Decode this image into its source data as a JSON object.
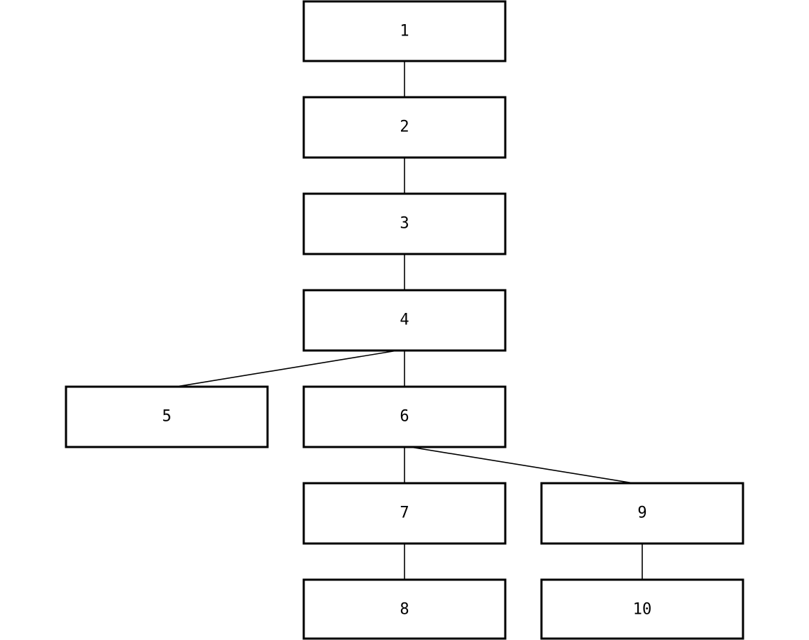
{
  "diagram": {
    "type": "tree",
    "nodes": [
      {
        "id": "n1",
        "label": "1"
      },
      {
        "id": "n2",
        "label": "2"
      },
      {
        "id": "n3",
        "label": "3"
      },
      {
        "id": "n4",
        "label": "4"
      },
      {
        "id": "n5",
        "label": "5"
      },
      {
        "id": "n6",
        "label": "6"
      },
      {
        "id": "n7",
        "label": "7"
      },
      {
        "id": "n8",
        "label": "8"
      },
      {
        "id": "n9",
        "label": "9"
      },
      {
        "id": "n10",
        "label": "10"
      }
    ],
    "edges": [
      {
        "from": "n1",
        "to": "n2"
      },
      {
        "from": "n2",
        "to": "n3"
      },
      {
        "from": "n3",
        "to": "n4"
      },
      {
        "from": "n4",
        "to": "n5"
      },
      {
        "from": "n4",
        "to": "n6"
      },
      {
        "from": "n6",
        "to": "n7"
      },
      {
        "from": "n6",
        "to": "n9"
      },
      {
        "from": "n7",
        "to": "n8"
      },
      {
        "from": "n9",
        "to": "n10"
      }
    ],
    "colors": {
      "box_fill": "#ffffff",
      "box_stroke": "#000000",
      "edge": "#000000",
      "text": "#000000"
    }
  }
}
